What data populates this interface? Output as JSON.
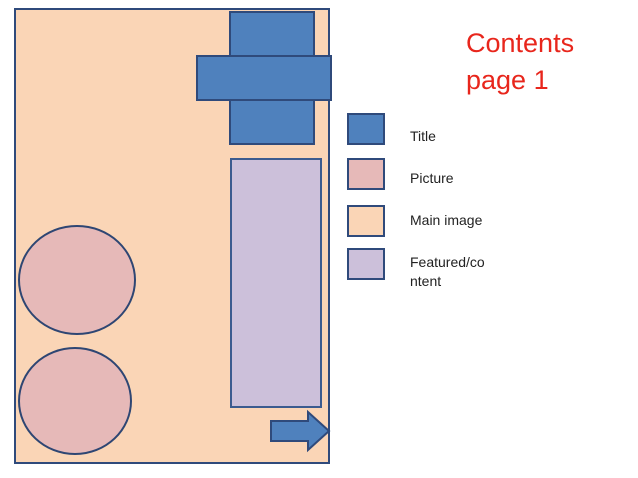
{
  "heading": {
    "line1": "Contents",
    "line2": "page 1"
  },
  "colors": {
    "heading": "#E8261C",
    "title": "#4F81BD",
    "picture": "#E6B9B8",
    "main_image": "#FAD5B6",
    "featured_content": "#CCC0DA",
    "outline": "#2F4A7B"
  },
  "legend": {
    "items": [
      {
        "label": "Title",
        "swatch": "title"
      },
      {
        "label": "Picture",
        "swatch": "picture"
      },
      {
        "label": "Main image",
        "swatch": "main_image"
      },
      {
        "label_line1": "Featured/co",
        "label_line2": "ntent",
        "swatch": "featured_content"
      }
    ]
  },
  "icons": {
    "next": "arrow-right-icon"
  }
}
